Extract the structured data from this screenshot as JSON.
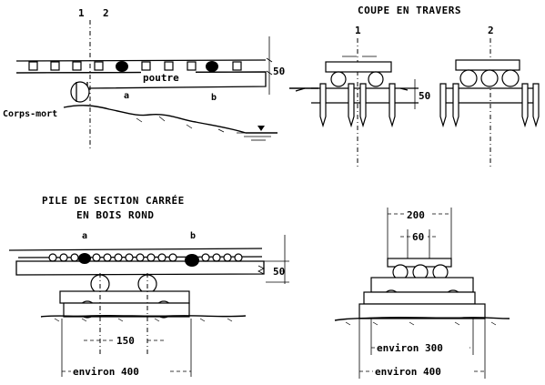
{
  "views": {
    "longitudinal_upper": {
      "marker_1": "1",
      "marker_2": "2",
      "label_beam": "poutre",
      "label_a": "a",
      "label_b": "b",
      "label_deadman": "Corps-mort",
      "dim_height": "50"
    },
    "cross_section": {
      "title": "COUPE EN TRAVERS",
      "marker_1": "1",
      "marker_2": "2",
      "dim_height": "50"
    },
    "square_pile": {
      "title_line1": "PILE DE SECTION CARRÉE",
      "title_line2": "EN BOIS ROND",
      "label_a": "a",
      "label_b": "b",
      "dim_height": "50",
      "dim_spacing": "150",
      "dim_total": "environ 400"
    },
    "square_pile_end": {
      "dim_200": "200",
      "dim_60": "60",
      "dim_300": "environ 300",
      "dim_400": "environ 400"
    }
  }
}
